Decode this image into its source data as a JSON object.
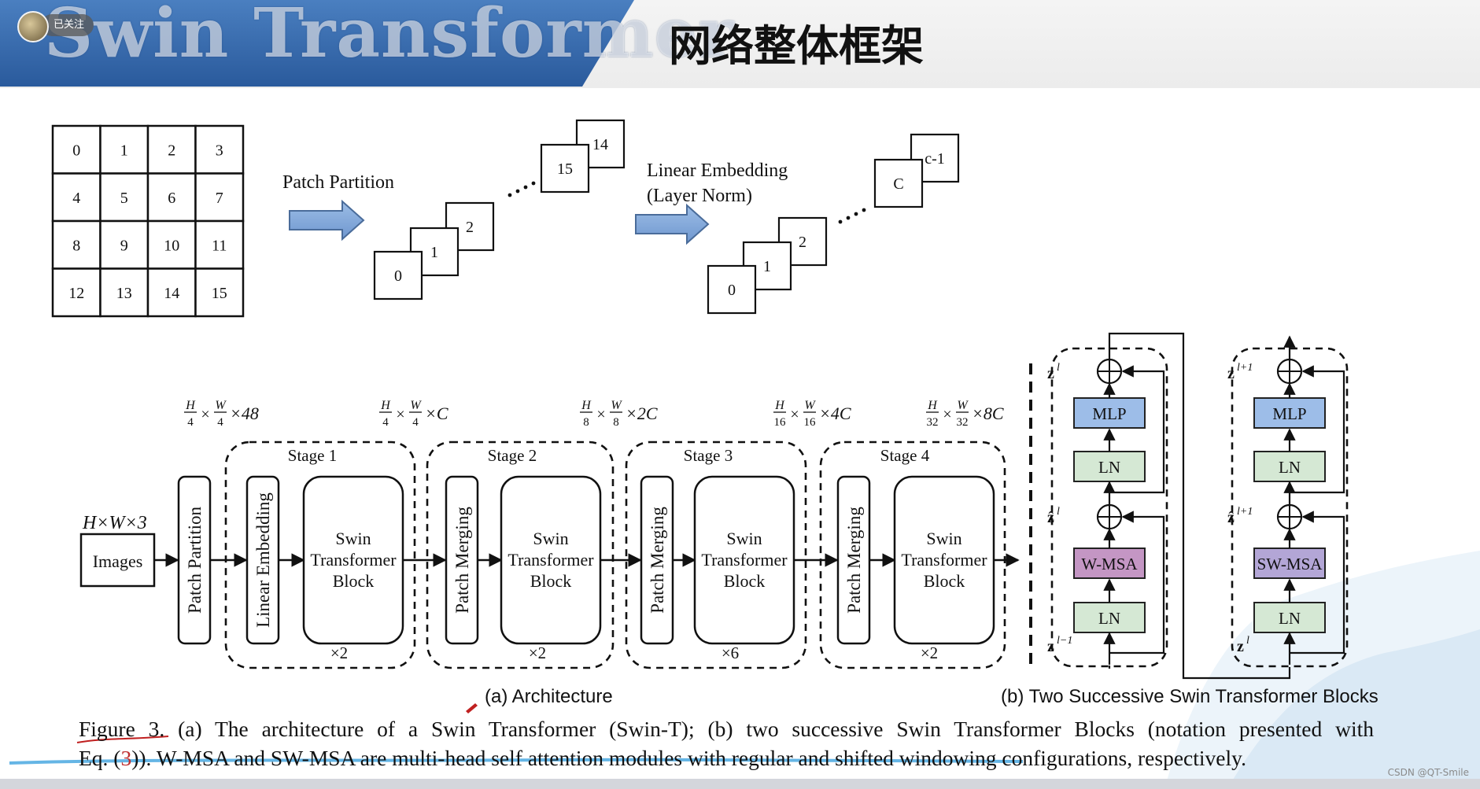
{
  "header": {
    "deck_title": "Swin Transformer",
    "follow_badge": "已关注",
    "slide_title": "网络整体框架"
  },
  "patch_grid": {
    "cells": [
      "0",
      "1",
      "2",
      "3",
      "4",
      "5",
      "6",
      "7",
      "8",
      "9",
      "10",
      "11",
      "12",
      "13",
      "14",
      "15"
    ]
  },
  "patch_partition": {
    "label": "Patch Partition",
    "stack_front": [
      "0",
      "1",
      "2"
    ],
    "stack_back": [
      "14",
      "15"
    ]
  },
  "linear_embedding": {
    "label_line1": "Linear Embedding",
    "label_line2": "(Layer Norm)",
    "stack_front": [
      "0",
      "1",
      "2"
    ],
    "stack_back": [
      "c-1",
      "C"
    ]
  },
  "architecture": {
    "input_dims": "H×W×3",
    "images_label": "Images",
    "patch_partition_label": "Patch Partition",
    "linear_embedding_label": "Linear Embedding",
    "patch_merging_label": "Patch Merging",
    "block_line1": "Swin",
    "block_line2": "Transformer",
    "block_line3": "Block",
    "stages": [
      {
        "name": "Stage 1",
        "repeat": "×2"
      },
      {
        "name": "Stage 2",
        "repeat": "×2"
      },
      {
        "name": "Stage 3",
        "repeat": "×6"
      },
      {
        "name": "Stage 4",
        "repeat": "×2"
      }
    ],
    "dims": [
      {
        "h": "H",
        "hd": "4",
        "w": "W",
        "wd": "4",
        "c": "×48"
      },
      {
        "h": "H",
        "hd": "4",
        "w": "W",
        "wd": "4",
        "c": "×C"
      },
      {
        "h": "H",
        "hd": "8",
        "w": "W",
        "wd": "8",
        "c": "×2C"
      },
      {
        "h": "H",
        "hd": "16",
        "w": "W",
        "wd": "16",
        "c": "×4C"
      },
      {
        "h": "H",
        "hd": "32",
        "w": "W",
        "wd": "32",
        "c": "×8C"
      }
    ],
    "subcaption": "(a) Architecture"
  },
  "blocks": {
    "left": {
      "mlp": "MLP",
      "ln_top": "LN",
      "msa": "W-MSA",
      "ln_bottom": "LN",
      "z_out": "z",
      "z_out_sup": "l",
      "z_mid": "ẑ",
      "z_mid_sup": "l",
      "z_in": "z",
      "z_in_sup": "l−1"
    },
    "right": {
      "mlp": "MLP",
      "ln_top": "LN",
      "msa": "SW-MSA",
      "ln_bottom": "LN",
      "z_out": "z",
      "z_out_sup": "l+1",
      "z_mid": "ẑ",
      "z_mid_sup": "l+1",
      "z_in": "z",
      "z_in_sup": "l"
    },
    "subcaption": "(b) Two Successive Swin Transformer Blocks",
    "colors": {
      "mlp": "#9dbde8",
      "ln": "#d5e8d4",
      "wmsa": "#c496c4",
      "swmsa": "#b3a6d6"
    }
  },
  "caption": {
    "figure_label": "Figure 3.",
    "line1_rest": "(a) The architecture of a Swin Transformer (Swin-T); (b) two successive Swin Transformer Blocks (notation presented with",
    "eq_prefix": "Eq. (",
    "eq_ref": "3",
    "line2_rest": ")). W-MSA and SW-MSA are multi-head self attention modules with regular and shifted windowing configurations, respectively."
  },
  "footer": {
    "watermark": "CSDN @QT-Smile"
  }
}
